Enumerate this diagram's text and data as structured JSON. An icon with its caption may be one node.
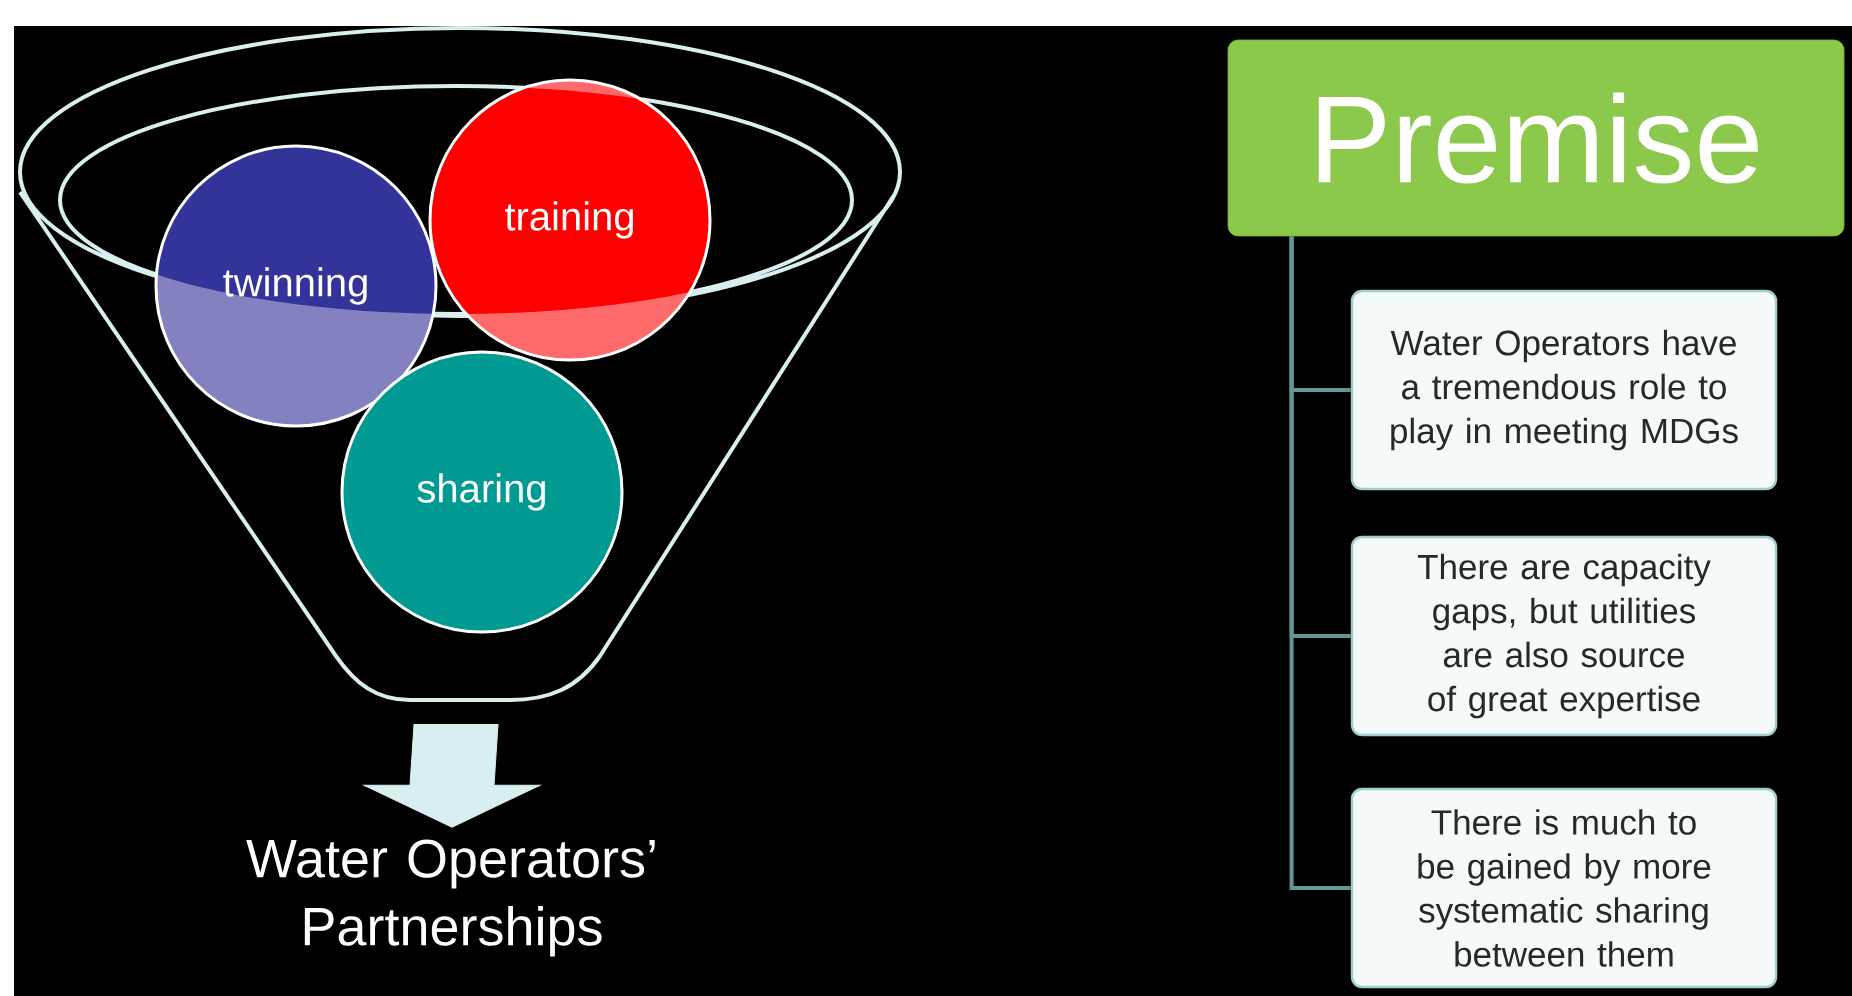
{
  "diagram": {
    "nodes": [
      {
        "text": [],
        "shape": "funnel"
      },
      {
        "text": [
          "training"
        ],
        "in": 0
      },
      {
        "text": [
          "twinning"
        ],
        "in": 0
      },
      {
        "text": [
          "sharing"
        ],
        "in": 0
      },
      {
        "text": [
          "Water Operators’ Partnerships"
        ]
      },
      {
        "text": [
          "Premise"
        ]
      },
      {
        "text": [
          "Water Operators have a tremendous role to play in meeting MDGs"
        ]
      },
      {
        "text": [
          "There are capacity gaps, but utilities are also source of great expertise"
        ]
      },
      {
        "text": [
          "There is much to be gained by more systematic sharing between them"
        ]
      }
    ],
    "edges": [
      {
        "from": 0,
        "to": 4,
        "arrow": "to",
        "style": "thick",
        "color": "#d9eeee"
      },
      {
        "from": 5,
        "to": 6,
        "arrow": "none"
      },
      {
        "from": 5,
        "to": 7,
        "arrow": "none"
      },
      {
        "from": 5,
        "to": 8,
        "arrow": "none"
      }
    ]
  }
}
